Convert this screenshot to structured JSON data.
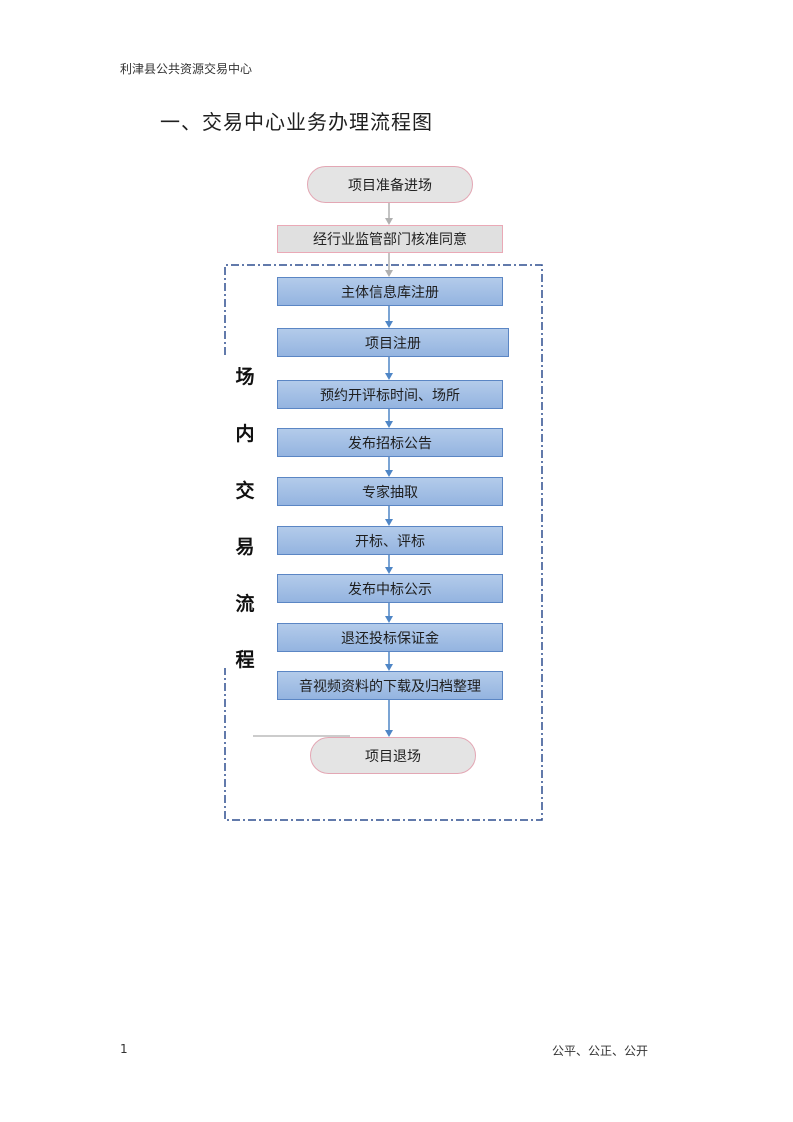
{
  "header": {
    "org": "利津县公共资源交易中心"
  },
  "title": "一、交易中心业务办理流程图",
  "flow": {
    "start": "项目准备进场",
    "approval": "经行业监管部门核准同意",
    "steps": [
      "主体信息库注册",
      "项目注册",
      "预约开评标时间、场所",
      "发布招标公告",
      "专家抽取",
      "开标、评标",
      "发布中标公示",
      "退还投标保证金",
      "音视频资料的下载及归档整理"
    ],
    "end": "项目退场",
    "side_label": [
      "场",
      "内",
      "交",
      "易",
      "流",
      "程"
    ]
  },
  "footer": {
    "page_number": "1",
    "motto": "公平、公正、公开"
  },
  "colors": {
    "step_fill": "#9fbde6",
    "step_border": "#5b86c4",
    "arrow": "#4f86c6",
    "pill_border": "#e3a7b4",
    "frame": "#2f4f8f"
  }
}
